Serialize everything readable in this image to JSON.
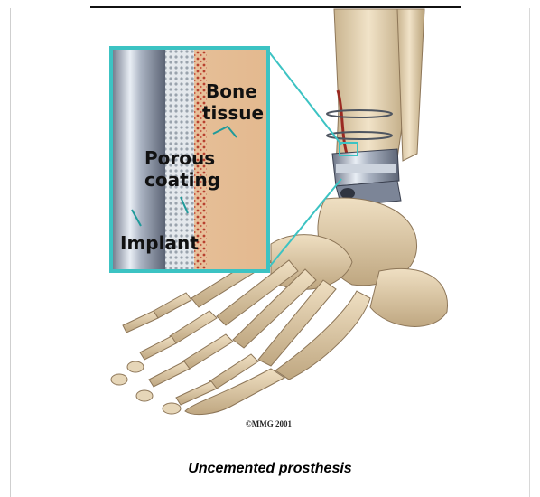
{
  "inset": {
    "label_bone_line1": "Bone",
    "label_bone_line2": "tissue",
    "label_porous_line1": "Porous",
    "label_porous_line2": "coating",
    "label_implant": "Implant"
  },
  "copyright": "©MMG 2001",
  "caption": "Uncemented prosthesis",
  "colors": {
    "inset_border": "#3cc3c3",
    "bone": "#e0c9a6",
    "implant_metal": "#9aa6b8",
    "caption_text": "#000000"
  }
}
